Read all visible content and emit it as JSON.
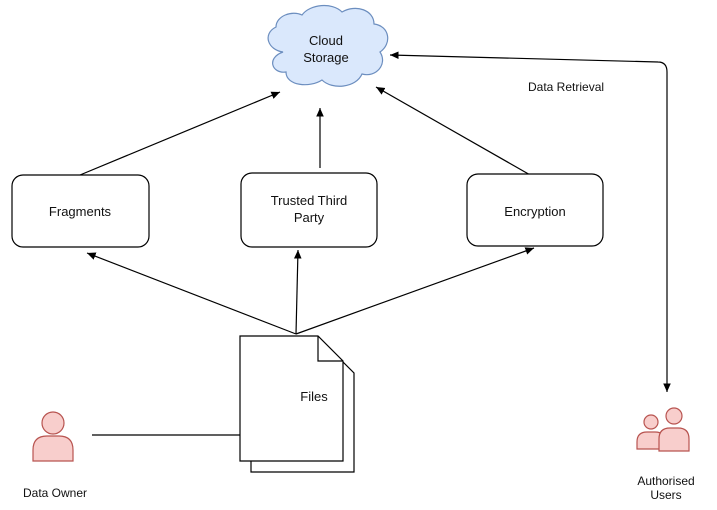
{
  "nodes": {
    "cloud": {
      "line1": "Cloud",
      "line2": "Storage"
    },
    "fragments": {
      "label": "Fragments"
    },
    "ttp": {
      "line1": "Trusted Third",
      "line2": "Party"
    },
    "encryption": {
      "label": "Encryption"
    },
    "files": {
      "label": "Files"
    },
    "owner": {
      "label": "Data Owner"
    },
    "users": {
      "line1": "Authorised",
      "line2": "Users"
    }
  },
  "edge_labels": {
    "retrieval": "Data Retrieval"
  },
  "colors": {
    "cloud_fill": "#dae8fc",
    "cloud_stroke": "#6c8ebf",
    "person_fill": "#f8cecc",
    "person_stroke": "#b85450",
    "box_stroke": "#000000"
  },
  "icons": {
    "owner": "user-icon",
    "users": "users-group-icon",
    "files": "multiple-documents-icon",
    "cloud": "cloud-icon"
  }
}
